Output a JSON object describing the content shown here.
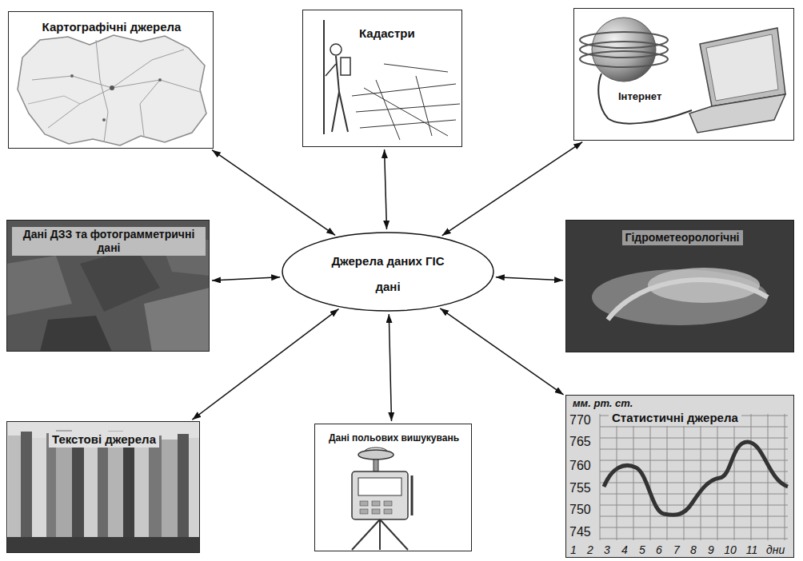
{
  "diagram": {
    "nodes": [
      {
        "text": [
          "Картографічні джерела"
        ]
      },
      {
        "text": [
          "Кадастри"
        ]
      },
      {
        "text": [
          "Інтернет"
        ]
      },
      {
        "text": [
          "Дані ДЗЗ та фотограмметричні дані"
        ]
      },
      {
        "text": [
          "Джерела даних ГІС",
          "дані"
        ]
      },
      {
        "text": [
          "Гідрометеорологічні"
        ]
      },
      {
        "text": [
          "Текстові джерела"
        ]
      },
      {
        "text": [
          "Дані польових вишукувань"
        ]
      },
      {
        "text": [
          "Статистичні джерела"
        ]
      }
    ],
    "edges": [
      {
        "from": 4,
        "to": 0,
        "arrow": "both"
      },
      {
        "from": 4,
        "to": 1,
        "arrow": "both"
      },
      {
        "from": 4,
        "to": 2,
        "arrow": "both"
      },
      {
        "from": 4,
        "to": 3,
        "arrow": "both"
      },
      {
        "from": 4,
        "to": 5,
        "arrow": "both"
      },
      {
        "from": 4,
        "to": 6,
        "arrow": "both"
      },
      {
        "from": 4,
        "to": 7,
        "arrow": "both"
      },
      {
        "from": 4,
        "to": 8,
        "arrow": "both"
      }
    ],
    "labels": [
      "мм. рт. ст.",
      "770",
      "765",
      "760",
      "755",
      "750",
      "745",
      "1",
      "2",
      "3",
      "4",
      "5",
      "6",
      "7",
      "8",
      "9",
      "10",
      "11",
      "дни"
    ]
  }
}
